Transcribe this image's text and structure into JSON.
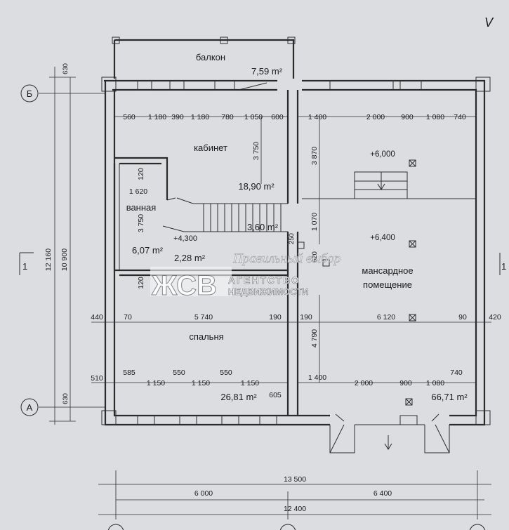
{
  "plan": {
    "grid_axes": {
      "b": "Б",
      "a": "А",
      "section_left": "1",
      "section_right": "1"
    },
    "rooms": {
      "balcony": {
        "name": "балкон",
        "area": "7,59 m²"
      },
      "study": {
        "name": "кабинет",
        "area": "18,90 m²",
        "height": "3 750"
      },
      "bathroom": {
        "name": "ванная",
        "area": "6,07 m²",
        "width": "1 620",
        "height": "3 750"
      },
      "stair": {
        "area": "3,60 m²",
        "area2": "2,28 m²",
        "level": "+4,300"
      },
      "bedroom": {
        "name": "спальня",
        "area": "26,81 m²"
      },
      "attic": {
        "name_line1": "мансардное",
        "name_line2": "помещение",
        "area": "66,71 m²"
      }
    },
    "levels": {
      "upper": "+6,000",
      "mid": "+6,400"
    },
    "dims": {
      "left_outer": "12 160",
      "left_inner": "10 900",
      "top_630": "630",
      "bottom_630": "630",
      "top_row_left": [
        "560",
        "1 180",
        "390",
        "1 180",
        "780",
        "1 050",
        "600"
      ],
      "top_row_right": [
        "1 400",
        "2 000",
        "900",
        "1 080",
        "740"
      ],
      "attic_h1": "3 870",
      "attic_h2": "1 070",
      "attic_h3": "4 790",
      "v120_a": "120",
      "v120_b": "120",
      "v250": "250",
      "v920": "920",
      "mid_row": [
        "440",
        "70",
        "5 740",
        "190",
        "190",
        "6 120",
        "90",
        "420"
      ],
      "bot_row_left": [
        "510",
        "585",
        "1 150",
        "550",
        "1 150",
        "550",
        "1 150",
        "605"
      ],
      "bot_row_right": [
        "1 400",
        "2 000",
        "900",
        "1 080",
        "740"
      ],
      "total_outer": "13 500",
      "span_left": "6 000",
      "span_right": "6 400",
      "total_inner": "12 400"
    },
    "watermark": {
      "logo": "ЖСВ",
      "line1": "АГЕНТСТВО",
      "line2": "НЕДВИЖИМОСТИ",
      "script": "Правильный выбор"
    },
    "corner_mark": "V"
  }
}
